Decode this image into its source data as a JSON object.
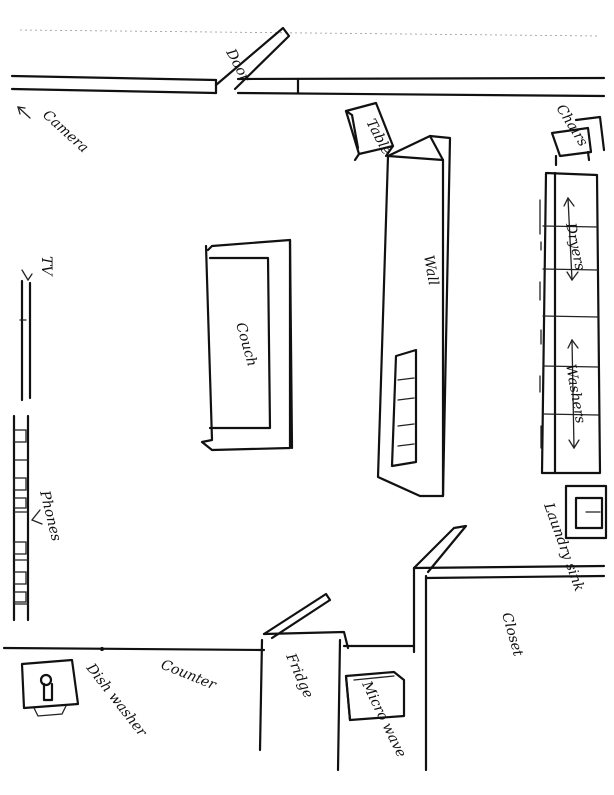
{
  "labels": {
    "door": "Door",
    "camera": "Camera",
    "table": "Table",
    "chairs": "Chairs",
    "dryers": "Dryers",
    "washers": "Washers",
    "wall": "Wall",
    "couch": "Couch",
    "tv": "TV",
    "phones": "Phones",
    "laundry_sink": "Laundry sink",
    "closet": "Closet",
    "counter": "Counter",
    "fridge": "Fridge",
    "micro_wave": "Micro wave",
    "dish_washer": "Dish washer"
  },
  "colors": {
    "ink": "#111111",
    "paper": "#ffffff"
  }
}
